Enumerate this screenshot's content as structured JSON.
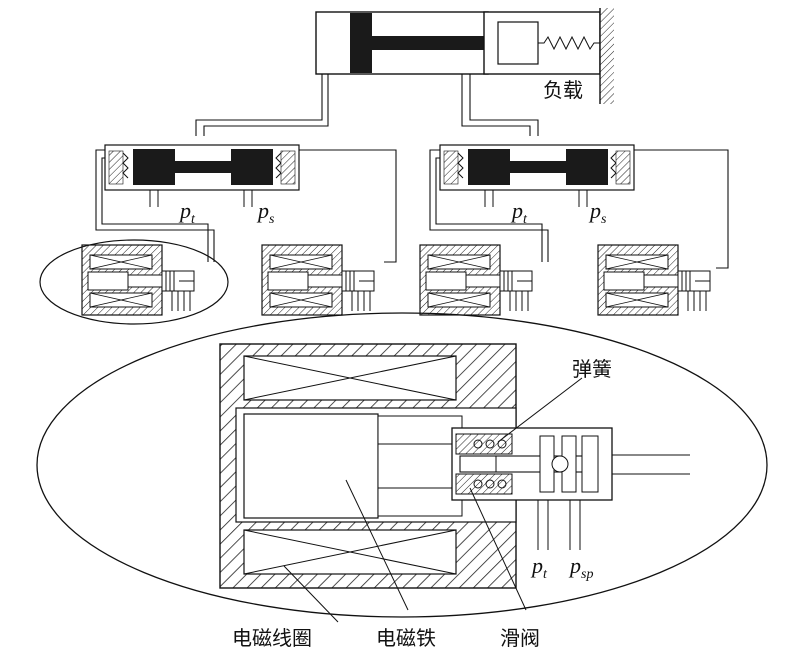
{
  "labels": {
    "load": "负载",
    "spring": "弹簧",
    "coil": "电磁线圈",
    "armature": "电磁铁",
    "spool_valve": "滑阀"
  },
  "pressures": {
    "p_letter": "p",
    "tank_sub": "t",
    "supply_sub": "s",
    "supply_pilot_sub": "sp"
  },
  "colors": {
    "line": "#111111",
    "fill_dark": "#1a1a1a",
    "hatch": "#222222"
  }
}
